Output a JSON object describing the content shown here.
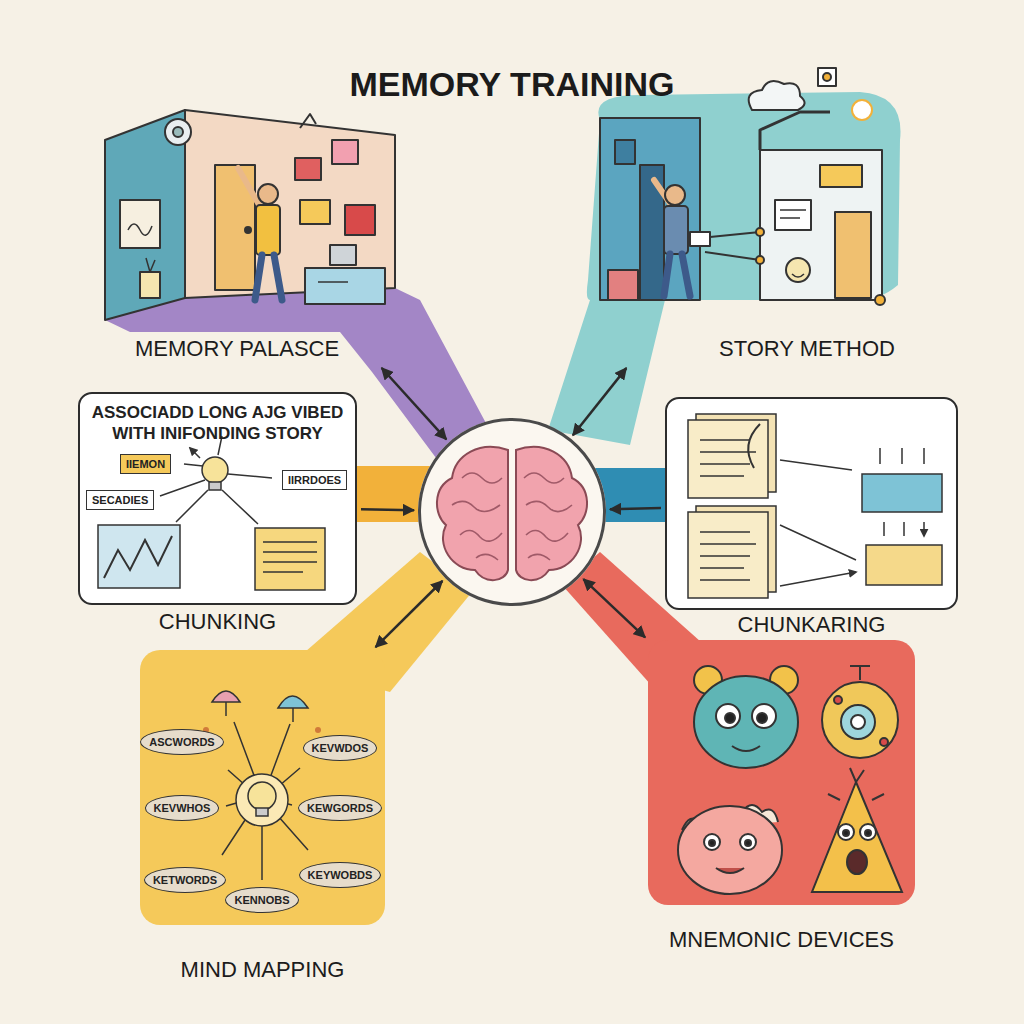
{
  "diagram": {
    "title": "MEMORY TRAINING",
    "nodes": [
      {
        "text": [
          "MEMORY PALASCE"
        ]
      },
      {
        "text": [
          "STORY METHOD"
        ]
      },
      {
        "text": [
          "ASSOCIADD LONG AJG VIBED WITH INIFONDING STORY",
          "CHUNKING"
        ]
      },
      {
        "text": [
          "IIEMON"
        ],
        "in": 2
      },
      {
        "text": [
          "IIRRDOES"
        ],
        "in": 2
      },
      {
        "text": [
          "SECADIES"
        ],
        "in": 2
      },
      {
        "text": []
      },
      {
        "text": [
          "CHUNKARING"
        ]
      },
      {
        "text": [
          "MIND MAPPING"
        ]
      },
      {
        "text": [
          "ASCWORDS"
        ],
        "in": 8
      },
      {
        "text": [
          "KEVWDOS"
        ],
        "in": 8
      },
      {
        "text": [
          "KEVWHOS"
        ],
        "in": 8
      },
      {
        "text": [
          "KEWGORDS"
        ],
        "in": 8
      },
      {
        "text": [
          "KETWORDS"
        ],
        "in": 8
      },
      {
        "text": [
          "KENNOBS"
        ],
        "in": 8
      },
      {
        "text": [
          "KEYWOBDS"
        ],
        "in": 8
      },
      {
        "text": [
          "MNEMONIC DEVICES"
        ]
      }
    ],
    "edges": [
      {
        "from": 0,
        "to": 6,
        "arrow": "both"
      },
      {
        "from": 1,
        "to": 6,
        "arrow": "both"
      },
      {
        "from": 2,
        "to": 6,
        "arrow": "to"
      },
      {
        "from": 7,
        "to": 6,
        "arrow": "to"
      },
      {
        "from": 8,
        "to": 6,
        "arrow": "both"
      },
      {
        "from": 16,
        "to": 6,
        "arrow": "both"
      }
    ]
  }
}
